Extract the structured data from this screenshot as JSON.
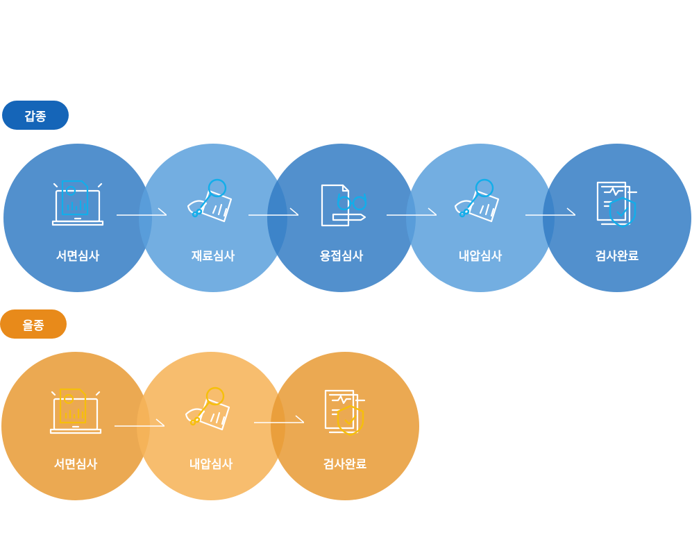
{
  "sections": [
    {
      "name": "갑종",
      "steps": [
        {
          "label": "서면심사",
          "icon": "laptop-report-icon"
        },
        {
          "label": "재료심사",
          "icon": "magnifier-document-icon"
        },
        {
          "label": "용접심사",
          "icon": "glasses-document-icon"
        },
        {
          "label": "내압심사",
          "icon": "magnifier-document-icon"
        },
        {
          "label": "검사완료",
          "icon": "shield-certificate-icon"
        }
      ]
    },
    {
      "name": "을종",
      "steps": [
        {
          "label": "서면심사",
          "icon": "laptop-report-icon"
        },
        {
          "label": "내압심사",
          "icon": "magnifier-document-icon"
        },
        {
          "label": "검사완료",
          "icon": "shield-certificate-icon"
        }
      ]
    }
  ],
  "colors": {
    "blue_dark": "#3b80c6",
    "blue_light": "#64a6de",
    "blue_icon": "#12aeea",
    "orange_dark": "#e99e3c",
    "orange_light": "#f6b65e",
    "orange_icon": "#f6bf0a"
  }
}
